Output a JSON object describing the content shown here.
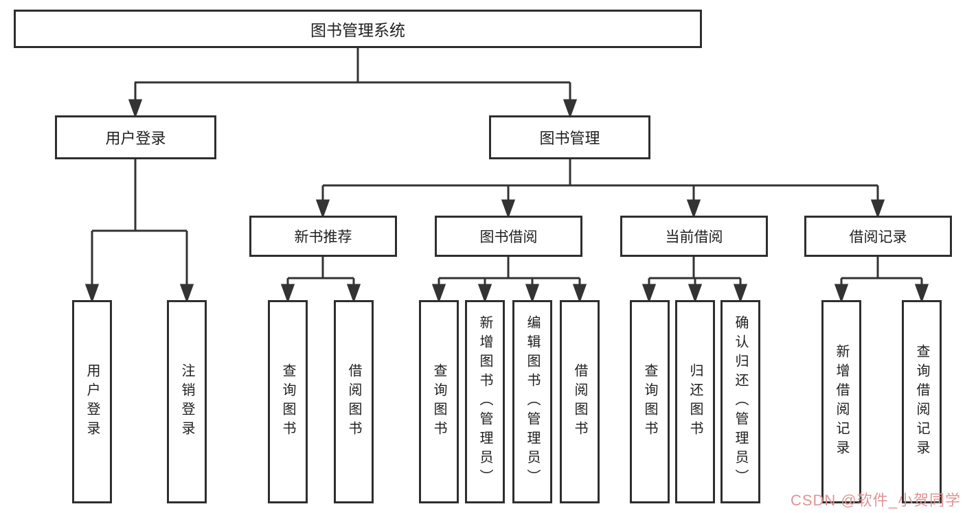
{
  "diagram": {
    "root": "图书管理系统",
    "level2": [
      {
        "label": "用户登录"
      },
      {
        "label": "图书管理"
      }
    ],
    "level3": [
      {
        "label": "新书推荐"
      },
      {
        "label": "图书借阅"
      },
      {
        "label": "当前借阅"
      },
      {
        "label": "借阅记录"
      }
    ],
    "leaves": {
      "user_login": [
        "用户登录",
        "注销登录"
      ],
      "new_book": [
        "查询图书",
        "借阅图书"
      ],
      "book_borrow": [
        "查询图书",
        "新增图书（管理员）",
        "编辑图书（管理员）",
        "借阅图书"
      ],
      "current_borrow": [
        "查询图书",
        "归还图书",
        "确认归还（管理员）"
      ],
      "borrow_records": [
        "新增借阅记录",
        "查询借阅记录"
      ]
    }
  },
  "watermark": {
    "text": "CSDN @软件_小贺同学",
    "color": "#e09494"
  },
  "colors": {
    "line": "#333333",
    "box_border": "#2e2e2e",
    "background": "#ffffff",
    "text": "#1f1f1f"
  }
}
